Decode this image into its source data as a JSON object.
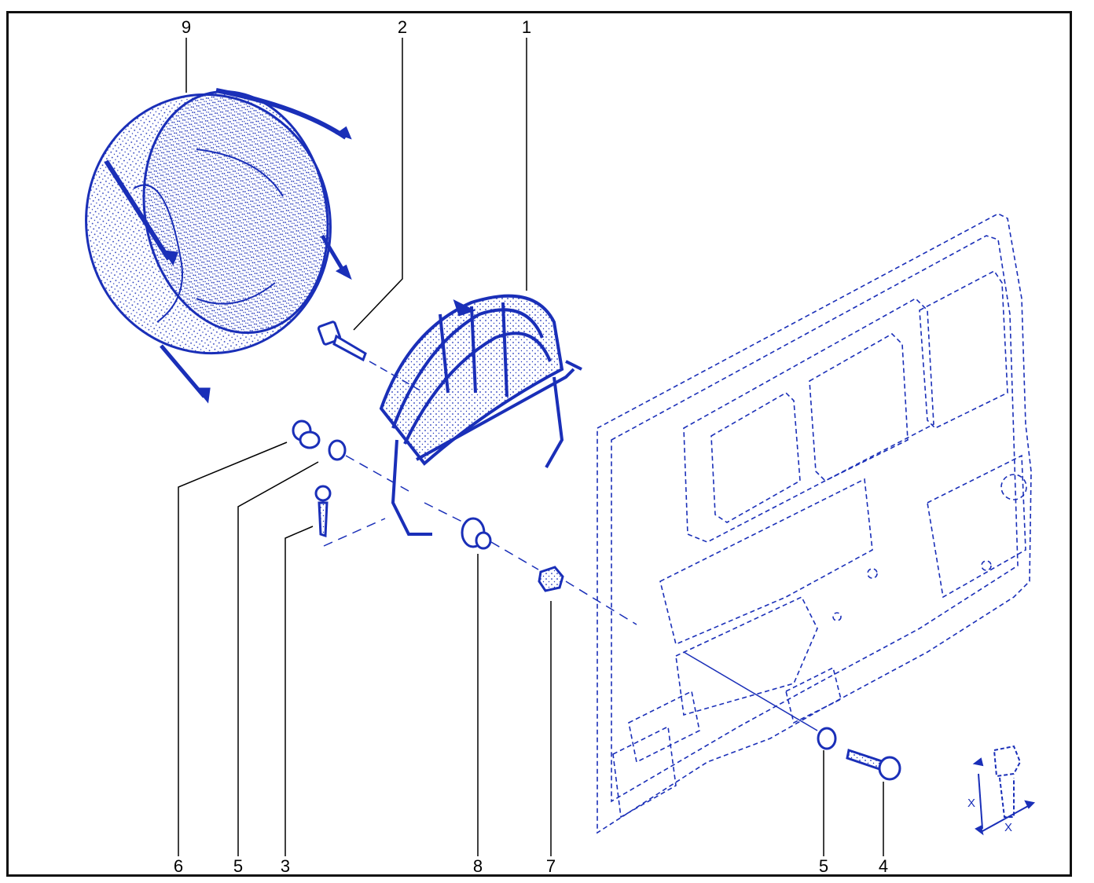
{
  "diagram": {
    "colors": {
      "part": "#1a2fb8",
      "fill": "#2b45c8",
      "frame": "#111111",
      "leader": "#000000"
    },
    "callouts": {
      "c9": "9",
      "c2": "2",
      "c1": "1",
      "c6": "6",
      "c5a": "5",
      "c3": "3",
      "c8": "8",
      "c7": "7",
      "c5b": "5",
      "c4": "4"
    },
    "torque_marks": {
      "x_top": "X",
      "x_bottom": "X"
    }
  }
}
